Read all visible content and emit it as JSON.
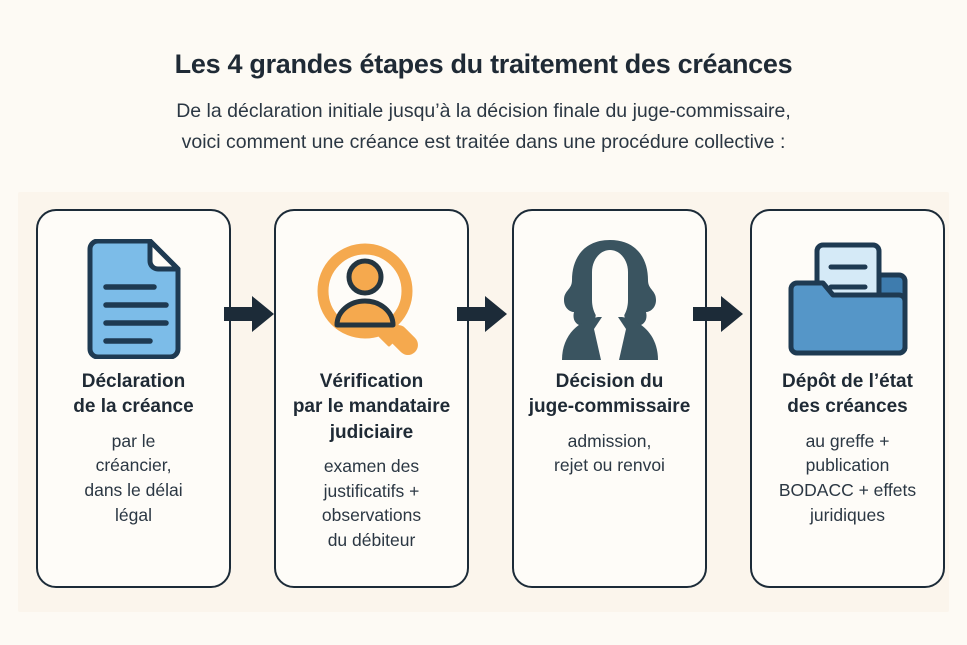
{
  "header": {
    "title": "Les 4 grandes étapes du traitement des créances",
    "subtitle_line1": "De la déclaration initiale jusqu’à la décision finale du juge-commissaire,",
    "subtitle_line2": "voici comment une créance est traitée dans une procédure collective :"
  },
  "colors": {
    "page_background": "#FDFAF4",
    "panel_background": "#FBF5EC",
    "card_background": "#FEFCF8",
    "card_border": "#1C2B38",
    "text_dark": "#1F2A35",
    "accent_blue_light": "#7CBCE8",
    "accent_blue_pale": "#D5EAF7",
    "accent_blue_mid": "#5596C8",
    "accent_blue_dark": "#3E7CAE",
    "accent_orange": "#F5A94E",
    "icon_outline": "#1E3A52",
    "judge_slate": "#3A5460",
    "arrow": "#1C2B38"
  },
  "steps": [
    {
      "icon": "document-icon",
      "title_line1": "Déclaration",
      "title_line2": "de la créance",
      "desc_lines": [
        "par le",
        "créancier,",
        "dans le délai",
        "légal"
      ]
    },
    {
      "icon": "magnifier-person-icon",
      "title_line1": "Vérification",
      "title_line2": "par le mandataire",
      "title_line3": "judiciaire",
      "desc_lines": [
        "examen des",
        "justificatifs +",
        "observations",
        "du débiteur"
      ]
    },
    {
      "icon": "judge-icon",
      "title_line1": "Décision du",
      "title_line2": "juge-commissaire",
      "desc_lines": [
        "admission,",
        "rejet ou renvoi"
      ]
    },
    {
      "icon": "folder-document-icon",
      "title_line1": "Dépôt de l’état",
      "title_line2": "des créances",
      "desc_lines": [
        "au greffe +",
        "publication",
        "BODACC + effets",
        "juridiques"
      ]
    }
  ],
  "arrows": [
    {
      "name": "arrow-step1-to-step2"
    },
    {
      "name": "arrow-step2-to-step3"
    },
    {
      "name": "arrow-step3-to-step4"
    }
  ]
}
